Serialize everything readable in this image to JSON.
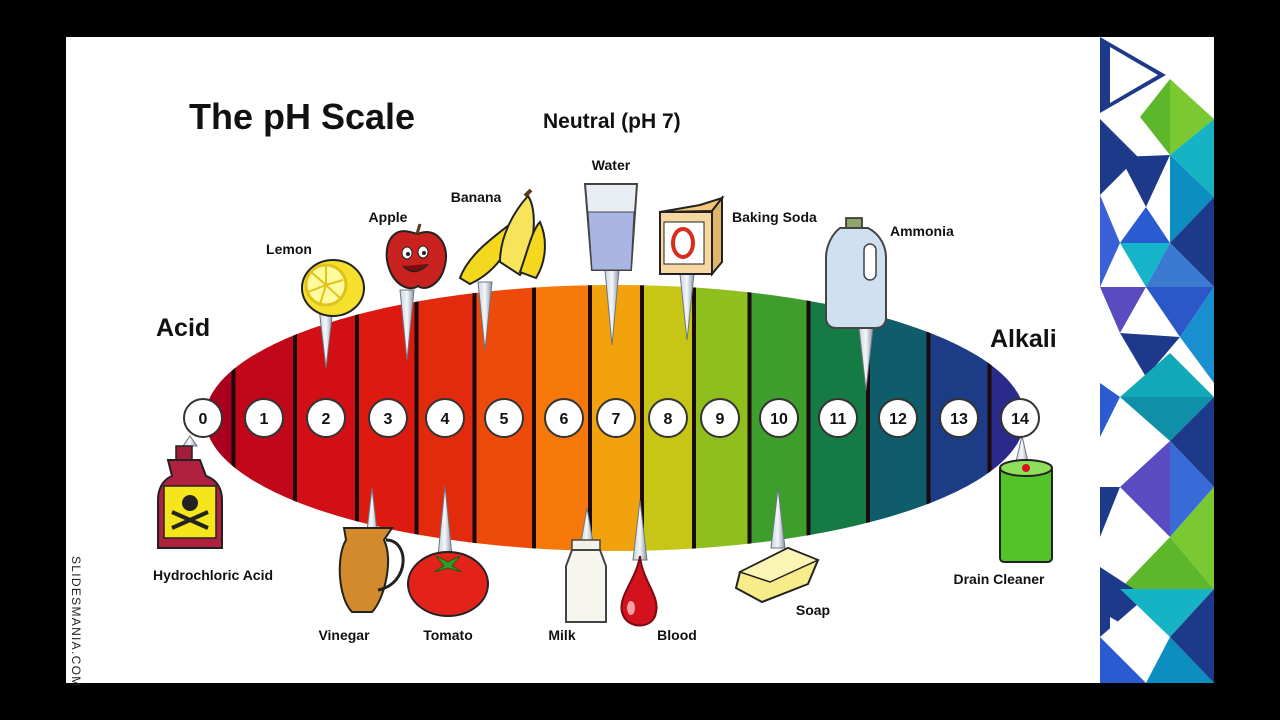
{
  "title": "The pH Scale",
  "neutral_label": "Neutral (pH 7)",
  "acid_label": "Acid",
  "alkali_label": "Alkali",
  "watermark": "SLIDESMANIA.COM",
  "scale_numbers": [
    "0",
    "1",
    "2",
    "3",
    "4",
    "5",
    "6",
    "7",
    "8",
    "9",
    "10",
    "11",
    "12",
    "13",
    "14"
  ],
  "band_colors": [
    "#a8001e",
    "#c1081a",
    "#d10f14",
    "#dd1a10",
    "#e22a0c",
    "#ee4a0a",
    "#f7780a",
    "#f2a20c",
    "#c7c616",
    "#8ebf1c",
    "#3e9e2c",
    "#167a44",
    "#0f5d6b",
    "#1c3d86",
    "#2a2a8a",
    "#6a1e9c"
  ],
  "items_top": [
    {
      "name": "lemon",
      "label": "Lemon",
      "ph": 2
    },
    {
      "name": "apple",
      "label": "Apple",
      "ph": 3
    },
    {
      "name": "banana",
      "label": "Banana",
      "ph": 5
    },
    {
      "name": "water",
      "label": "Water",
      "ph": 7
    },
    {
      "name": "baking-soda",
      "label": "Baking Soda",
      "ph": 8
    },
    {
      "name": "ammonia",
      "label": "Ammonia",
      "ph": 11
    }
  ],
  "items_bottom": [
    {
      "name": "hydrochloric-acid",
      "label": "Hydrochloric Acid",
      "ph": 0
    },
    {
      "name": "vinegar",
      "label": "Vinegar",
      "ph": 3
    },
    {
      "name": "tomato",
      "label": "Tomato",
      "ph": 4
    },
    {
      "name": "milk",
      "label": "Milk",
      "ph": 6
    },
    {
      "name": "blood",
      "label": "Blood",
      "ph": 7
    },
    {
      "name": "soap",
      "label": "Soap",
      "ph": 10
    },
    {
      "name": "drain-cleaner",
      "label": "Drain Cleaner",
      "ph": 14
    }
  ]
}
